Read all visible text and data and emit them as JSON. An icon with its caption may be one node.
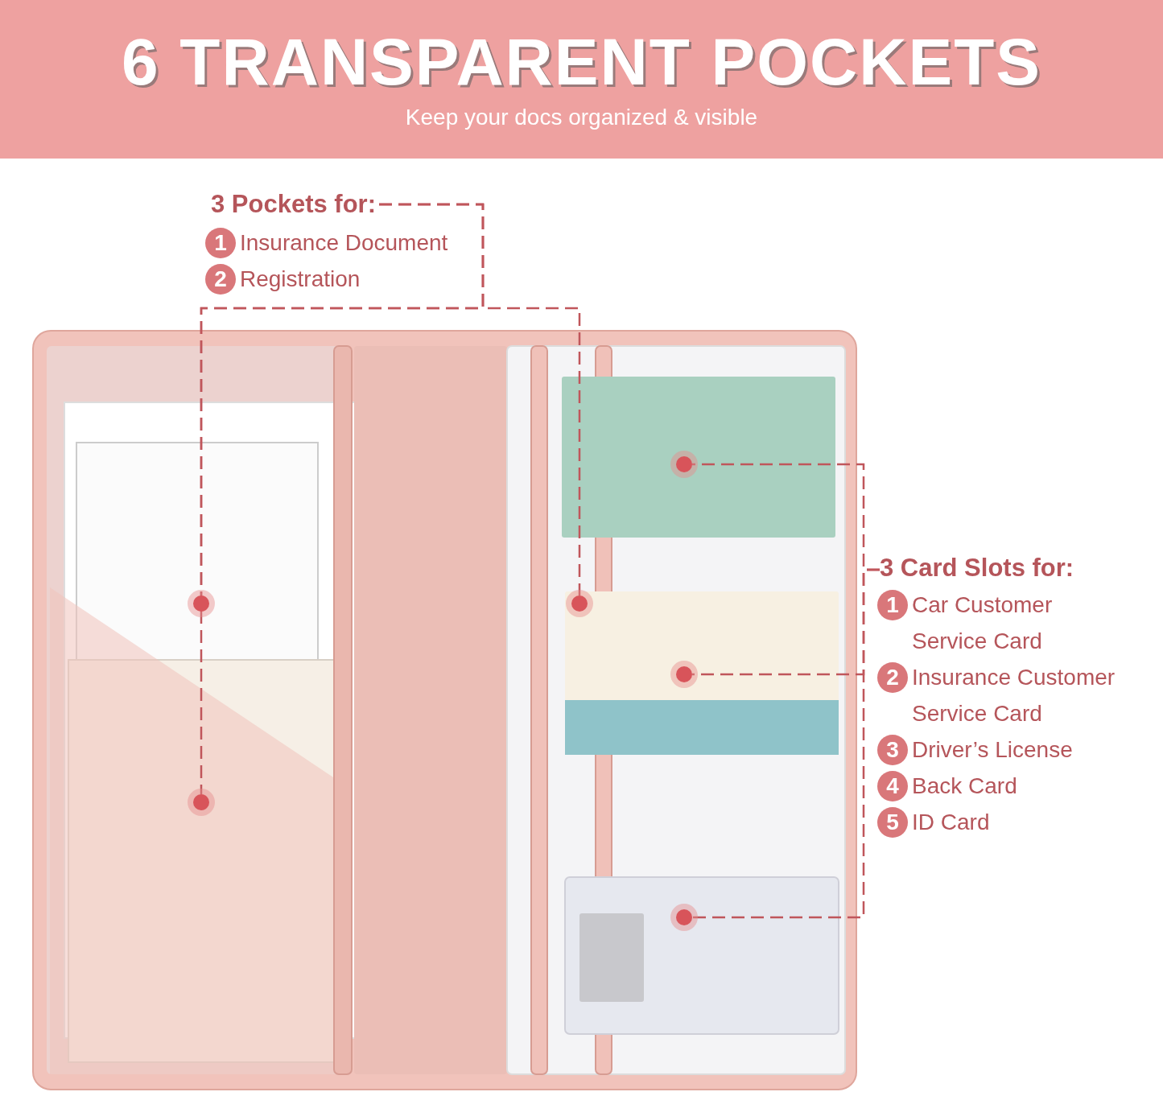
{
  "diagram": {
    "title": "6 TRANSPARENT POCKETS",
    "nodes": [
      {
        "text": [],
        "shape": "picture"
      },
      {
        "text": [
          "3 Pockets for:"
        ]
      },
      {
        "text": [
          "1"
        ],
        "beside": [
          "Insurance Document"
        ]
      },
      {
        "text": [
          "2"
        ],
        "beside": [
          "Registration"
        ]
      },
      {
        "text": [
          "3 Card Slots for:"
        ]
      },
      {
        "text": [
          "1"
        ],
        "beside": [
          "Car Customer Service Card"
        ]
      },
      {
        "text": [
          "2"
        ],
        "beside": [
          "Insurance Customer Service Card"
        ]
      },
      {
        "text": [
          "3"
        ],
        "beside": [
          "Driver’s License"
        ]
      },
      {
        "text": [
          "4"
        ],
        "beside": [
          "Back Card"
        ]
      },
      {
        "text": [
          "5"
        ],
        "beside": [
          "ID Card"
        ]
      },
      {
        "text": [],
        "shape": "circle",
        "in": 0
      },
      {
        "text": [],
        "shape": "circle",
        "in": 0
      },
      {
        "text": [],
        "shape": "circle",
        "in": 0
      },
      {
        "text": [],
        "shape": "circle",
        "in": 0
      },
      {
        "text": [],
        "shape": "circle",
        "in": 0
      },
      {
        "text": [],
        "shape": "circle",
        "in": 0
      }
    ],
    "edges": [
      {
        "from": 1,
        "to": 10,
        "arrow": "none",
        "style": "dashed"
      },
      {
        "from": 1,
        "to": 11,
        "arrow": "none",
        "style": "dashed"
      },
      {
        "from": 1,
        "to": 12,
        "arrow": "none",
        "style": "dashed"
      },
      {
        "from": 4,
        "to": 13,
        "arrow": "none",
        "style": "dashed"
      },
      {
        "from": 4,
        "to": 14,
        "arrow": "none",
        "style": "dashed"
      },
      {
        "from": 4,
        "to": 15,
        "arrow": "none",
        "style": "dashed"
      }
    ],
    "labels": [
      "Keep your docs organized & visible"
    ]
  }
}
